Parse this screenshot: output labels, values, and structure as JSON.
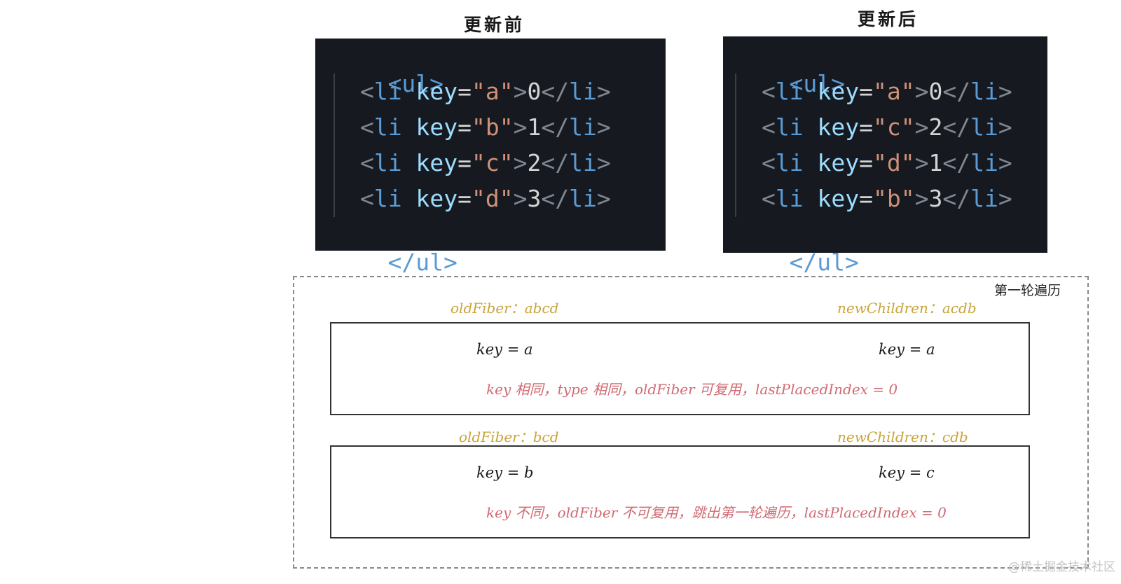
{
  "before": {
    "title": "更新前",
    "code": {
      "open": "<ul>",
      "items": [
        {
          "key": "a",
          "value": "0"
        },
        {
          "key": "b",
          "value": "1"
        },
        {
          "key": "c",
          "value": "2"
        },
        {
          "key": "d",
          "value": "3"
        }
      ],
      "close": "</ul>"
    }
  },
  "after": {
    "title": "更新后",
    "code": {
      "open": "<ul>",
      "items": [
        {
          "key": "a",
          "value": "0"
        },
        {
          "key": "c",
          "value": "2"
        },
        {
          "key": "d",
          "value": "1"
        },
        {
          "key": "b",
          "value": "3"
        }
      ],
      "close": "</ul>"
    }
  },
  "first_round": {
    "label": "第一轮遍历",
    "steps": [
      {
        "old_fiber": "oldFiber：abcd",
        "new_children": "newChildren：acdb",
        "old_key": "key = a",
        "new_key": "key = a",
        "result": "key 相同，type 相同，oldFiber 可复用，lastPlacedIndex = 0"
      },
      {
        "old_fiber": "oldFiber：bcd",
        "new_children": "newChildren：cdb",
        "old_key": "key = b",
        "new_key": "key = c",
        "result": "key 不同，oldFiber 不可复用，跳出第一轮遍历，lastPlacedIndex = 0"
      }
    ]
  },
  "watermark": "@稀土掘金技术社区",
  "colors": {
    "code_bg": "#161a20",
    "tag": "#5b9bd5",
    "attr": "#9cdcfe",
    "string": "#ce9178",
    "olive_label": "#c9a43a",
    "red_note": "#cf6a72"
  }
}
